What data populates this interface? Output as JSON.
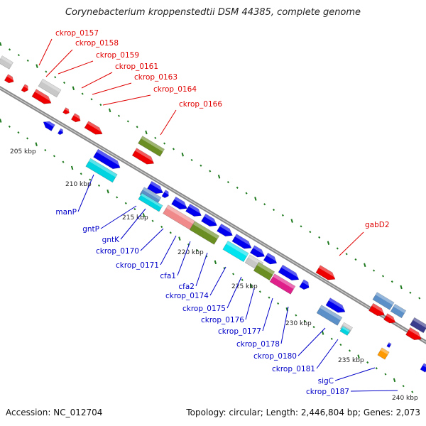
{
  "title": "Corynebacterium kroppenstedtii DSM 44385, complete genome",
  "footer": {
    "accession": "Accession: NC_012704",
    "summary": "Topology: circular; Length: 2,446,804 bp; Genes: 2,073"
  },
  "colors": {
    "background": "#ffffff",
    "backbone": "#8a8a8a",
    "tick": "#1f7a1f",
    "red_label": "#e00000",
    "blue_label": "#0000c8",
    "forward_cds": "#0000ee",
    "reverse_cds": "#ee0000"
  },
  "kbp_labels": [
    "205 kbp",
    "210 kbp",
    "215 kbp",
    "220 kbp",
    "225 kbp",
    "230 kbp",
    "235 kbp",
    "240 kbp"
  ],
  "labels_top": [
    "ckrop_0157",
    "ckrop_0158",
    "ckrop_0159",
    "ckrop_0161",
    "ckrop_0163",
    "ckrop_0164",
    "ckrop_0166",
    "gabD2"
  ],
  "labels_bottom": [
    "manP",
    "gntP",
    "gntK",
    "ckrop_0170",
    "ckrop_0171",
    "cfa1",
    "cfa2",
    "ckrop_0174",
    "ckrop_0175",
    "ckrop_0176",
    "ckrop_0177",
    "ckrop_0178",
    "ckrop_0180",
    "ckrop_0181",
    "sigC",
    "ckrop_0187"
  ]
}
